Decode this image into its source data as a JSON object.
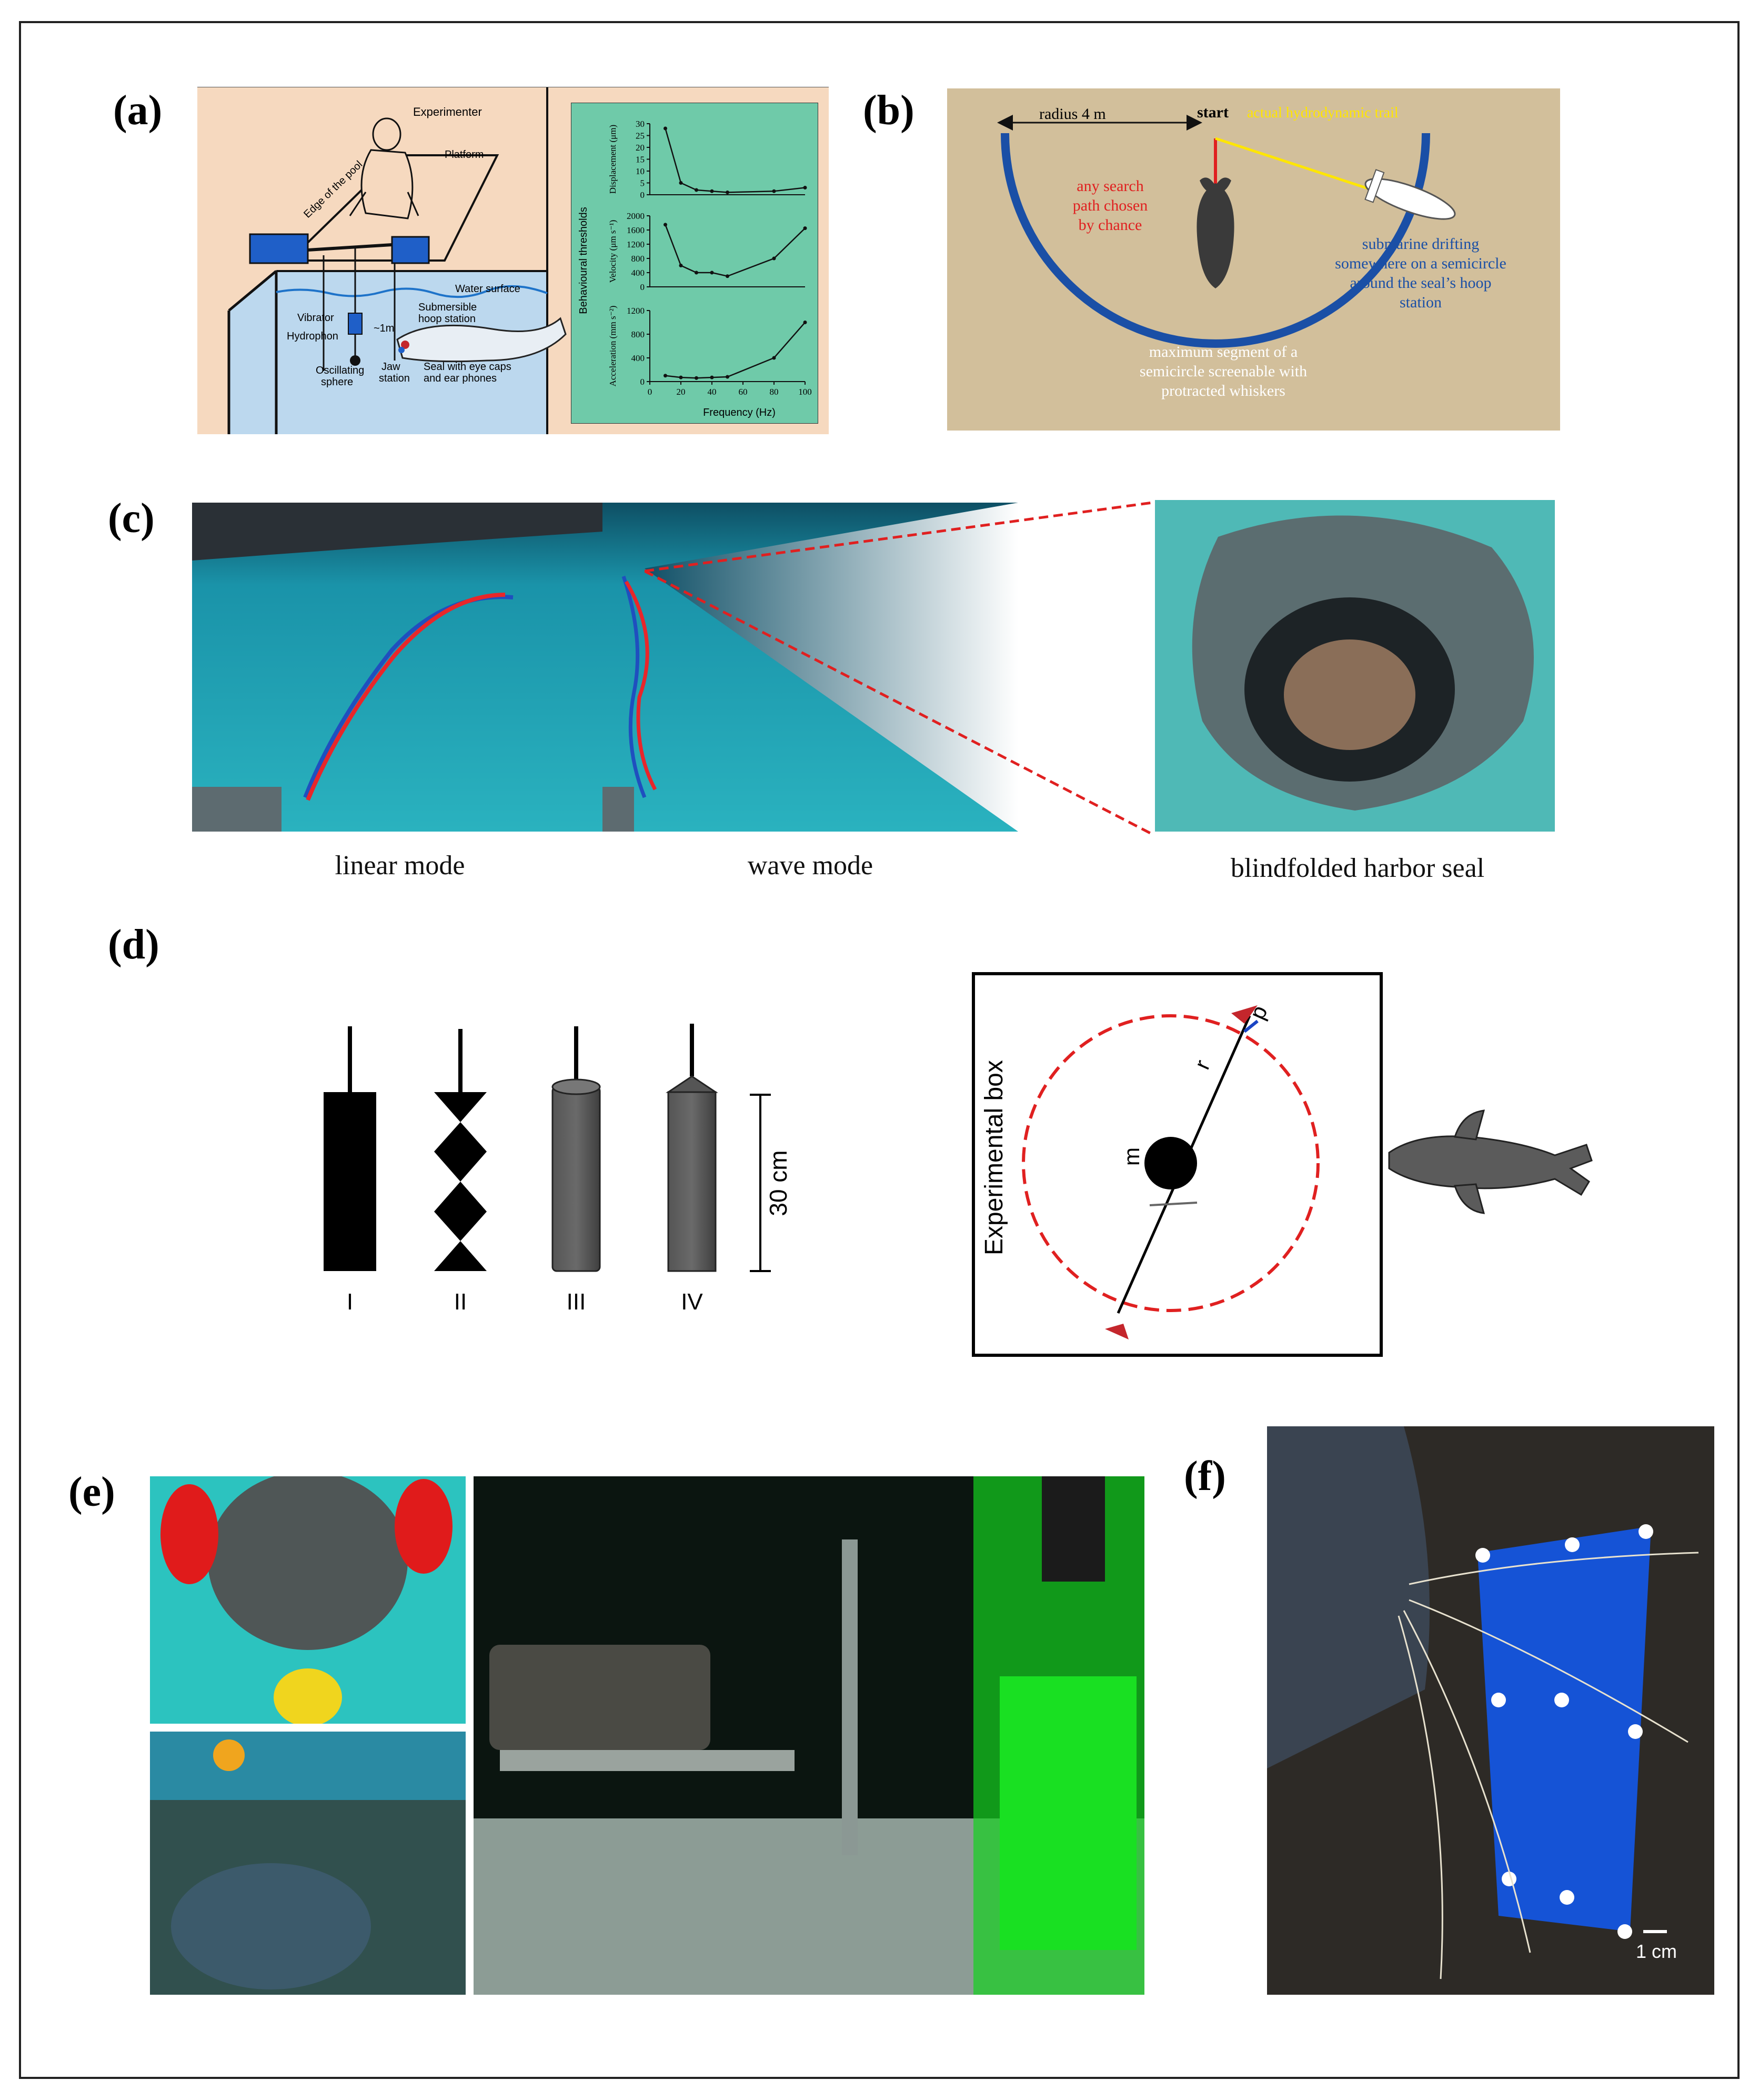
{
  "panel_labels": {
    "a": "(a)",
    "b": "(b)",
    "c": "(c)",
    "d": "(d)",
    "e": "(e)",
    "f": "(f)"
  },
  "panel_a": {
    "scene_labels": {
      "experimenter": "Experimenter",
      "platform": "Platform",
      "edge": "Edge of the pool",
      "water_surface": "Water surface",
      "hoop_station_1": "Submersible",
      "hoop_station_2": "hoop station",
      "vibrator": "Vibrator",
      "hydrophon": "Hydrophon",
      "depth": "~1m",
      "oscillating_1": "Oscillating",
      "oscillating_2": "sphere",
      "jaw_1": "Jaw",
      "jaw_2": "station",
      "seal_1": "Seal with eye caps",
      "seal_2": "and ear phones"
    },
    "y_group_label": "Behavioural thresholds",
    "x_label": "Frequency (Hz)"
  },
  "chart_data": [
    {
      "type": "line",
      "ylabel": "Displacement (μm)",
      "yticks": [
        0,
        5,
        10,
        15,
        20,
        25,
        30
      ],
      "ylim": [
        0,
        30
      ],
      "xlim": [
        0,
        100
      ],
      "x": [
        10,
        20,
        30,
        40,
        50,
        80,
        100
      ],
      "values": [
        28,
        5,
        2,
        1.5,
        1,
        1.5,
        3
      ]
    },
    {
      "type": "line",
      "ylabel": "Velocity (μm s⁻¹)",
      "yticks": [
        0,
        400,
        800,
        1200,
        1600,
        2000
      ],
      "ylim": [
        0,
        2000
      ],
      "xlim": [
        0,
        100
      ],
      "x": [
        10,
        20,
        30,
        40,
        50,
        80,
        100
      ],
      "values": [
        1750,
        600,
        400,
        400,
        300,
        800,
        1650
      ]
    },
    {
      "type": "line",
      "ylabel": "Acceleration (mm s⁻²)",
      "yticks": [
        0,
        400,
        800,
        1200
      ],
      "ylim": [
        0,
        1200
      ],
      "xlim": [
        0,
        100
      ],
      "xticks": [
        0,
        20,
        40,
        60,
        80,
        100
      ],
      "x": [
        10,
        20,
        30,
        40,
        50,
        80,
        100
      ],
      "values": [
        100,
        70,
        60,
        70,
        80,
        400,
        1000
      ]
    }
  ],
  "panel_b": {
    "radius": "radius 4 m",
    "start": "start",
    "trail": "actual hydrodynamic trail",
    "search": [
      "any search",
      "path chosen",
      "by chance"
    ],
    "submarine": [
      "submarine drifting",
      "somewhere on a semicircle",
      "around the seal’s hoop",
      "station"
    ],
    "segment": [
      "maximum segment of a",
      "semicircle screenable with",
      "protracted whiskers"
    ]
  },
  "panel_c": {
    "captions": [
      "linear mode",
      "wave mode",
      "blindfolded harbor seal"
    ]
  },
  "panel_d": {
    "shapes": [
      "I",
      "II",
      "III",
      "IV"
    ],
    "scale": "30 cm",
    "box_label": "Experimental box",
    "m": "m",
    "r": "r",
    "p": "p"
  },
  "panel_f": {
    "scale": "1 cm"
  },
  "colors": {
    "blue_trail": "#1f4fbf",
    "red_trail": "#e8262a",
    "panel_a_bg": "#f6d9bf",
    "chart_bg": "#6fcaa9",
    "panel_b_bg": "#d2bf9b",
    "pool": "#1aa3b3"
  }
}
